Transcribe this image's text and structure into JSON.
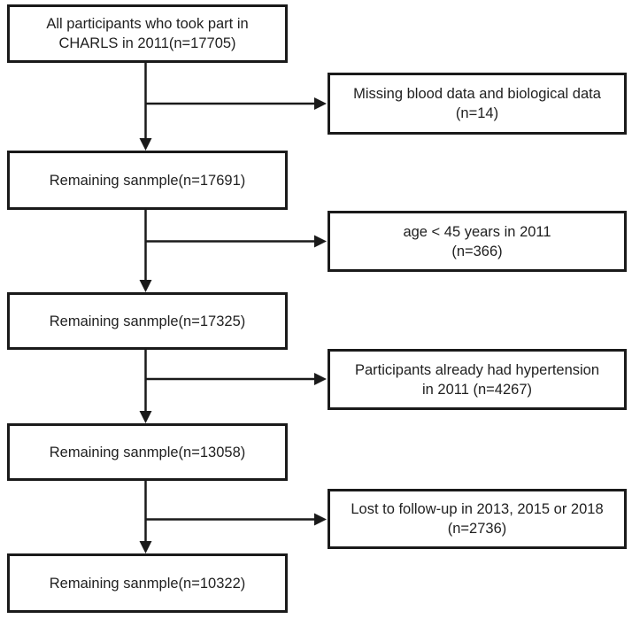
{
  "flowchart": {
    "main_boxes": [
      {
        "line1": "All participants who took part in",
        "line2": "CHARLS in 2011(n=17705)"
      },
      {
        "line1": "Remaining sanmple(n=17691)"
      },
      {
        "line1": "Remaining sanmple(n=17325)"
      },
      {
        "line1": "Remaining sanmple(n=13058)"
      },
      {
        "line1": "Remaining sanmple(n=10322)"
      }
    ],
    "exclusion_boxes": [
      {
        "line1": "Missing blood data and biological data",
        "line2": "(n=14)"
      },
      {
        "line1": "age < 45 years in 2011",
        "line2": "(n=366)"
      },
      {
        "line1": "Participants already had hypertension",
        "line2": "in 2011 (n=4267)"
      },
      {
        "line1": "Lost to follow-up in 2013, 2015 or 2018",
        "line2": "(n=2736)"
      }
    ],
    "colors": {
      "line": "#1a1a1a",
      "text": "#1f1f1f",
      "background": "#ffffff"
    }
  }
}
